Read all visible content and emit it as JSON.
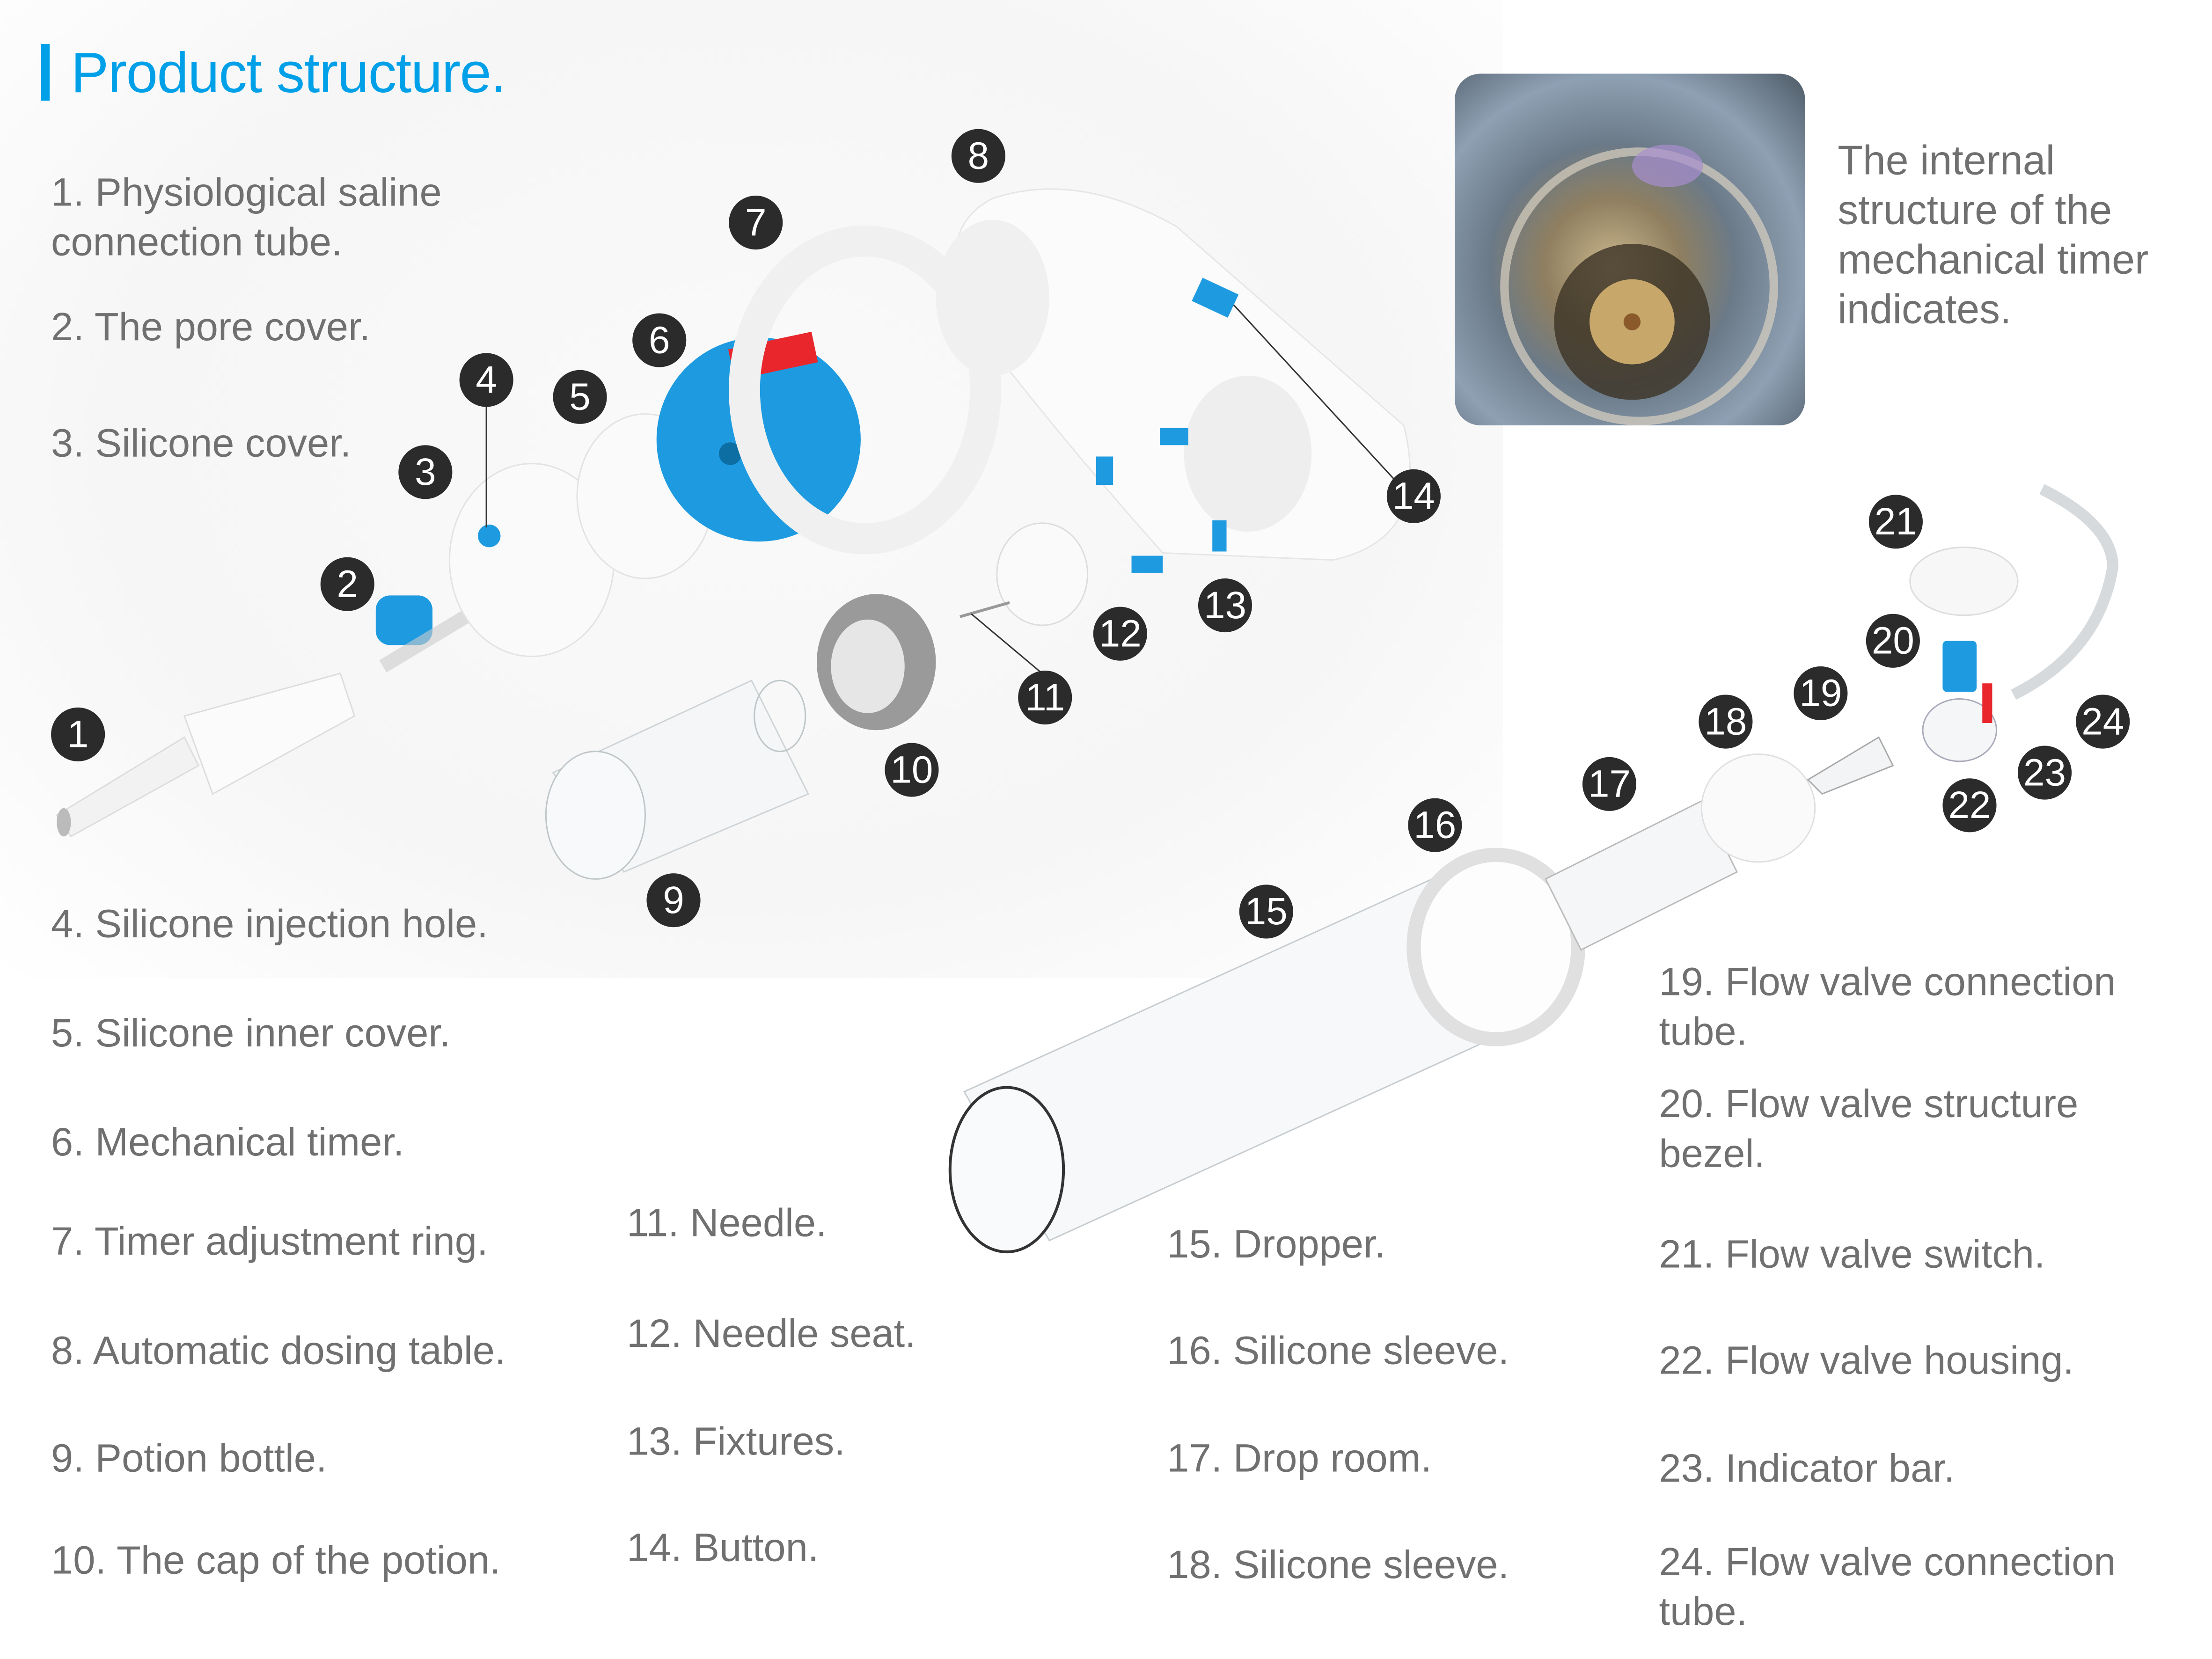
{
  "title": "Product structure.",
  "photo_caption": [
    "The internal",
    "structure of the",
    "mechanical timer",
    "indicates."
  ],
  "parts": [
    {
      "n": "1",
      "label": [
        "1. Physiological saline",
        "connection tube."
      ]
    },
    {
      "n": "2",
      "label": [
        "2. The pore cover."
      ]
    },
    {
      "n": "3",
      "label": [
        "3. Silicone cover."
      ]
    },
    {
      "n": "4",
      "label": [
        "4. Silicone injection hole."
      ]
    },
    {
      "n": "5",
      "label": [
        "5. Silicone inner cover."
      ]
    },
    {
      "n": "6",
      "label": [
        "6. Mechanical timer."
      ]
    },
    {
      "n": "7",
      "label": [
        "7. Timer adjustment ring."
      ]
    },
    {
      "n": "8",
      "label": [
        "8. Automatic dosing table."
      ]
    },
    {
      "n": "9",
      "label": [
        "9. Potion bottle."
      ]
    },
    {
      "n": "10",
      "label": [
        "10. The cap of the potion."
      ]
    },
    {
      "n": "11",
      "label": [
        "11. Needle."
      ]
    },
    {
      "n": "12",
      "label": [
        "12. Needle seat."
      ]
    },
    {
      "n": "13",
      "label": [
        "13. Fixtures."
      ]
    },
    {
      "n": "14",
      "label": [
        "14. Button."
      ]
    },
    {
      "n": "15",
      "label": [
        "15. Dropper."
      ]
    },
    {
      "n": "16",
      "label": [
        "16. Silicone sleeve."
      ]
    },
    {
      "n": "17",
      "label": [
        "17. Drop room."
      ]
    },
    {
      "n": "18",
      "label": [
        "18. Silicone sleeve."
      ]
    },
    {
      "n": "19",
      "label": [
        "19. Flow valve connection",
        "tube."
      ]
    },
    {
      "n": "20",
      "label": [
        "20. Flow valve structure",
        "bezel."
      ]
    },
    {
      "n": "21",
      "label": [
        "21. Flow valve switch."
      ]
    },
    {
      "n": "22",
      "label": [
        "22. Flow valve housing."
      ]
    },
    {
      "n": "23",
      "label": [
        "23. Indicator bar."
      ]
    },
    {
      "n": "24",
      "label": [
        "24. Flow valve connection",
        "tube."
      ]
    }
  ],
  "colors": {
    "accent": "#00a0e9",
    "text": "#707070",
    "part_blue": "#1e9be0",
    "indicator_red": "#e8262b"
  }
}
